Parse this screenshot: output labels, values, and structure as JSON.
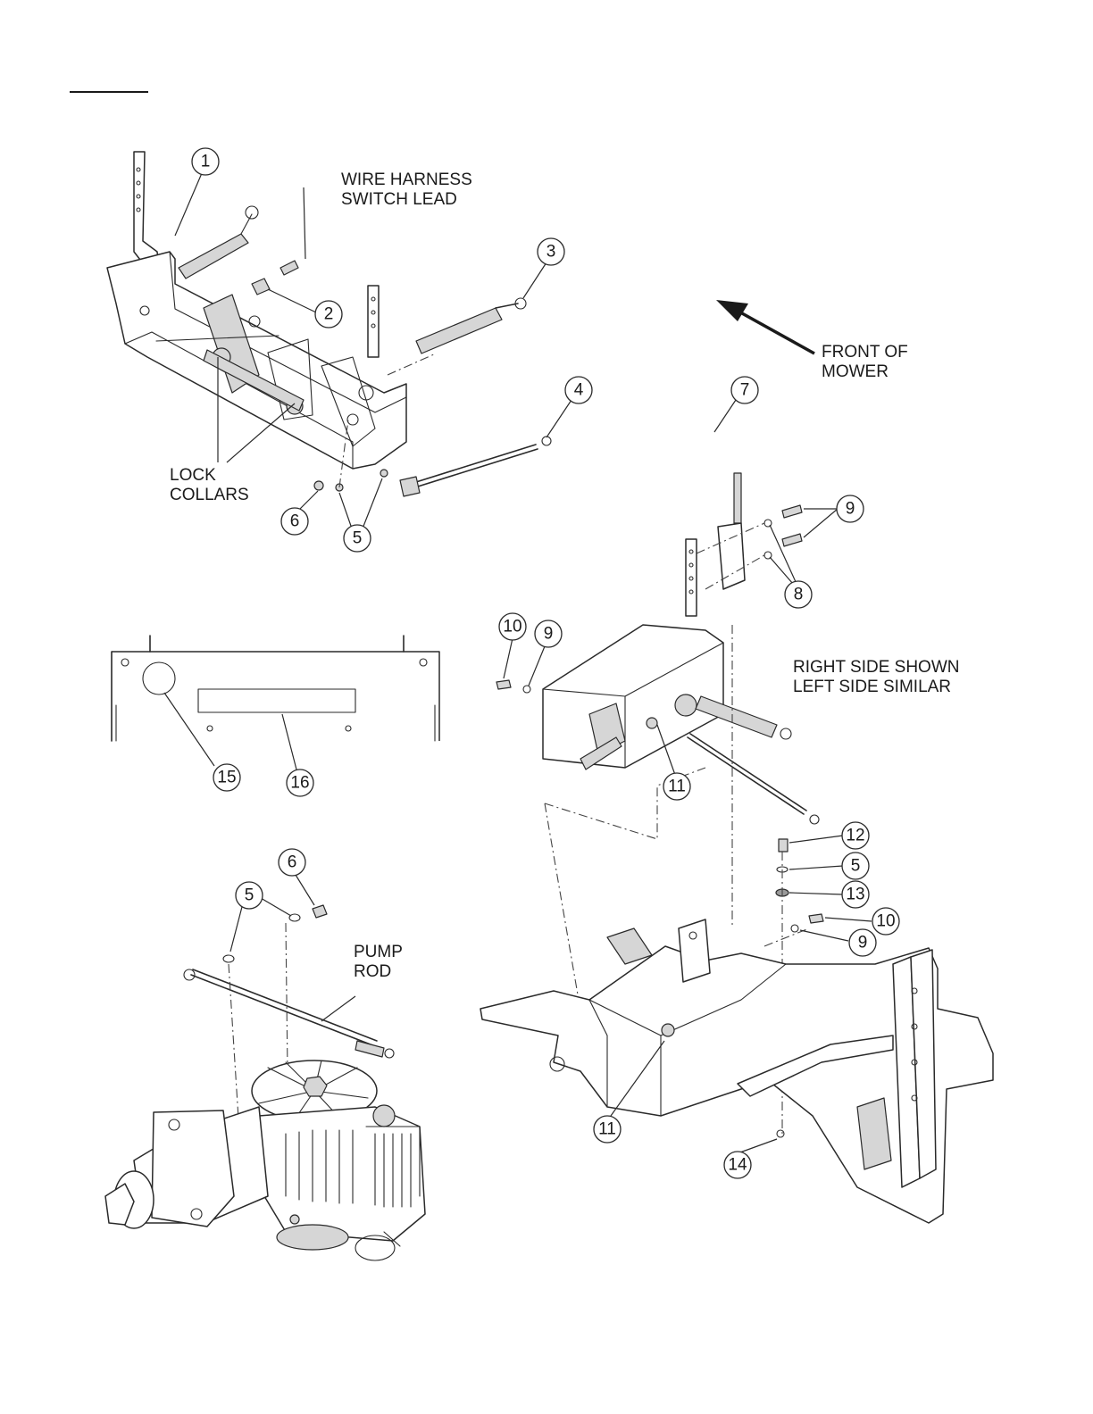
{
  "labels": {
    "wire_harness_line1": "WIRE HARNESS",
    "wire_harness_line2": "SWITCH LEAD",
    "front_line1": "FRONT OF",
    "front_line2": "MOWER",
    "lock_line1": "LOCK",
    "lock_line2": "COLLARS",
    "right_side_line1": "RIGHT SIDE SHOWN",
    "right_side_line2": "LEFT SIDE SIMILAR",
    "pump_line1": "PUMP",
    "pump_line2": "ROD"
  },
  "callouts": [
    "1",
    "2",
    "3",
    "4",
    "5",
    "5",
    "6",
    "7",
    "8",
    "9",
    "10",
    "9",
    "11",
    "12",
    "5",
    "13",
    "10",
    "9",
    "11",
    "14",
    "15",
    "16",
    "6",
    "5"
  ]
}
